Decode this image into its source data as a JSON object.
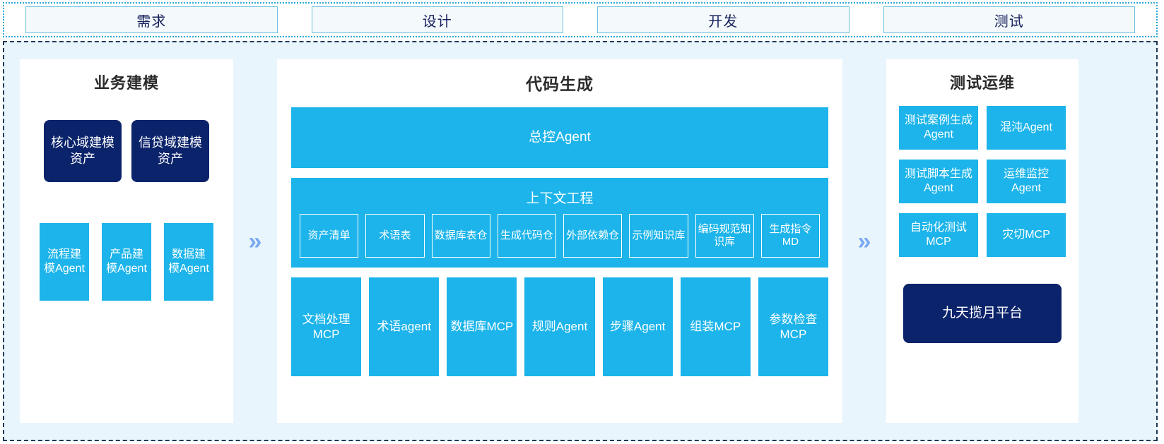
{
  "phases": {
    "items": [
      {
        "label": "需求"
      },
      {
        "label": "设计"
      },
      {
        "label": "开发"
      },
      {
        "label": "测试"
      }
    ]
  },
  "business_panel": {
    "title": "业务建模",
    "assets": [
      {
        "label": "核心域建模资产"
      },
      {
        "label": "信贷域建模资产"
      }
    ],
    "agents": [
      {
        "label": "流程建模Agent"
      },
      {
        "label": "产品建模Agent"
      },
      {
        "label": "数据建模Agent"
      }
    ]
  },
  "codegen_panel": {
    "title": "代码生成",
    "master_agent": "总控Agent",
    "context": {
      "title": "上下文工程",
      "items": [
        {
          "label": "资产清单"
        },
        {
          "label": "术语表"
        },
        {
          "label": "数据库表仓"
        },
        {
          "label": "生成代码仓"
        },
        {
          "label": "外部依赖仓"
        },
        {
          "label": "示例知识库"
        },
        {
          "label": "编码规范知识库"
        },
        {
          "label": "生成指令MD"
        }
      ]
    },
    "tools": [
      {
        "label": "文档处理MCP"
      },
      {
        "label": "术语agent"
      },
      {
        "label": "数据库MCP"
      },
      {
        "label": "规则Agent"
      },
      {
        "label": "步骤Agent"
      },
      {
        "label": "组装MCP"
      },
      {
        "label": "参数检查MCP"
      }
    ]
  },
  "testops_panel": {
    "title": "测试运维",
    "items": [
      {
        "label": "测试案例生成Agent"
      },
      {
        "label": "混沌Agent"
      },
      {
        "label": "测试脚本生成Agent"
      },
      {
        "label": "运维监控Agent"
      },
      {
        "label": "自动化测试MCP"
      },
      {
        "label": "灾切MCP"
      }
    ],
    "platform": "九天揽月平台"
  },
  "separators": {
    "arrow_glyph": "»"
  },
  "colors": {
    "cyan": "#1cb4ea",
    "navy": "#0b236b",
    "panel_bg": "#ffffff",
    "canvas_bg": "#e9f5fd",
    "arrow": "#7aa9f0",
    "phase_border": "#6ec1e0",
    "phase_text": "#17225e"
  }
}
